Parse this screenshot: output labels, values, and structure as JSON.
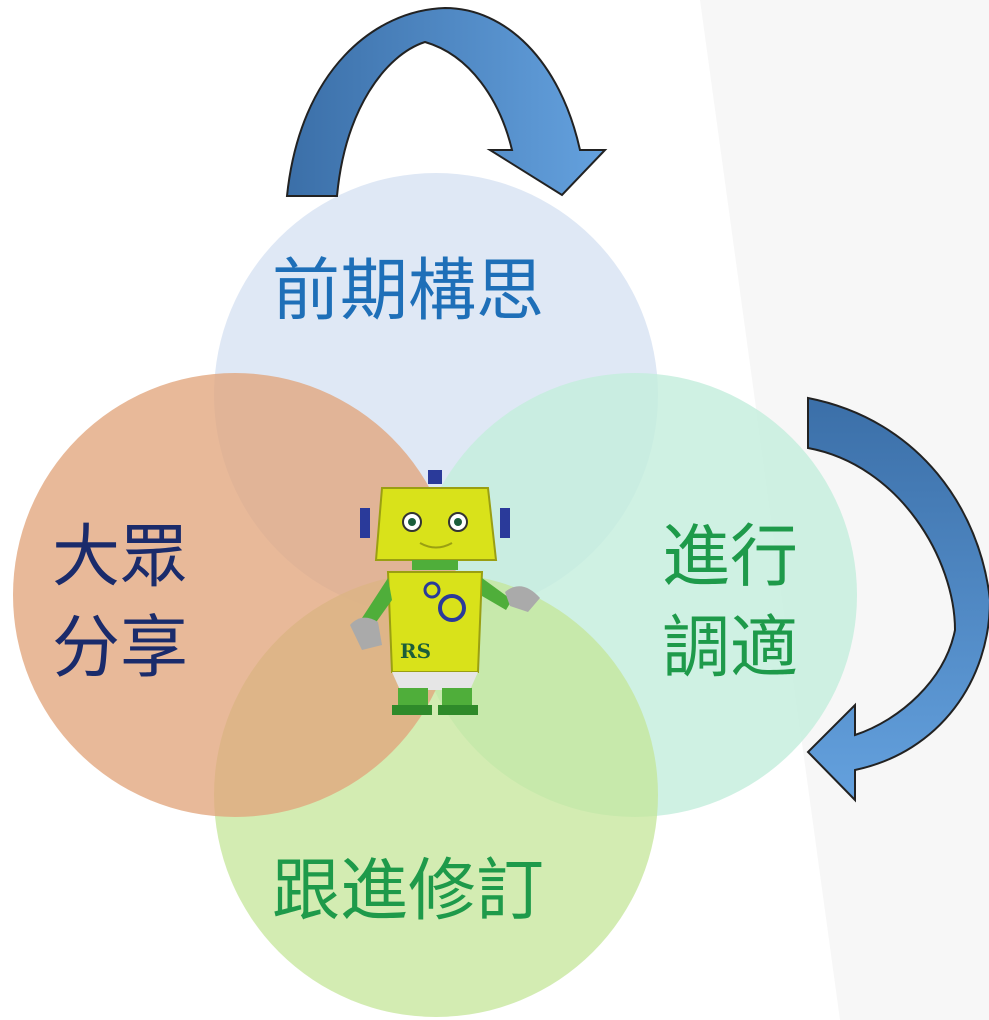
{
  "diagram": {
    "labels": {
      "top": "前期構思",
      "right": "進行\n調適",
      "bottom": "跟進修訂",
      "left": "大眾\n分享"
    },
    "robot_badge": "RS",
    "colors": {
      "top": "#dbe6f4",
      "right": "#c3eedc",
      "bottom": "#cfe9a8",
      "left": "#e6b797",
      "arrow": "#4f86c4",
      "top_text": "#1e6fb8",
      "right_text": "#1e9a4a",
      "bottom_text": "#1e9a4a",
      "left_text": "#1a2b6b"
    }
  }
}
